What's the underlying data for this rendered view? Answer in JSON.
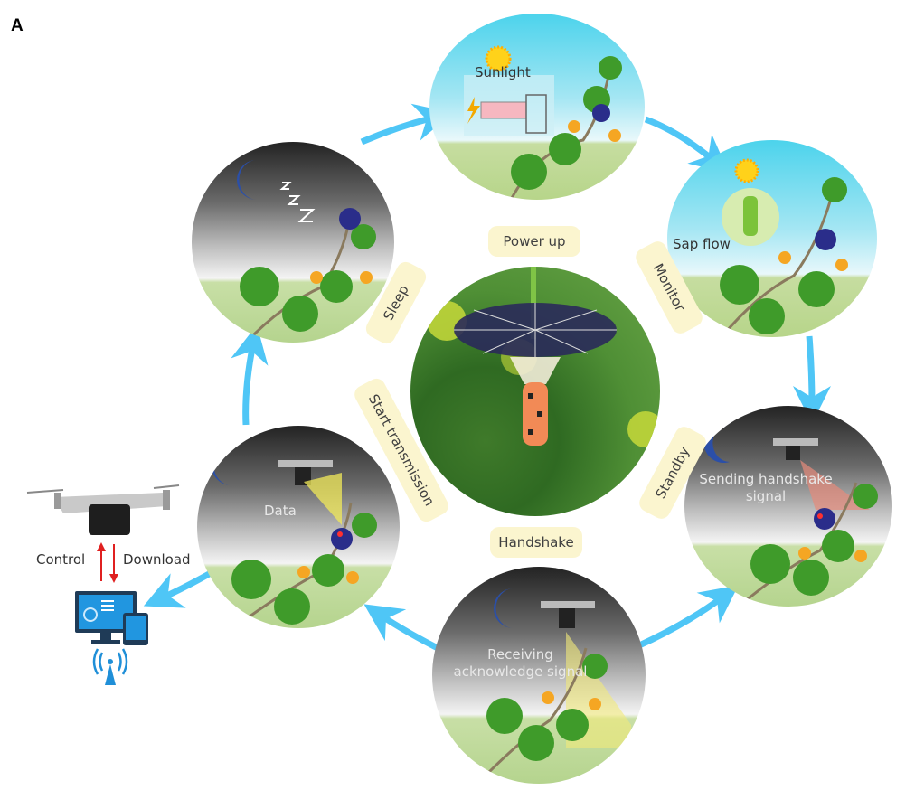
{
  "panel_label": "A",
  "colors": {
    "arrow": "#4fc6f6",
    "tag_bg": "#fbf5cf",
    "signal_red": "#e02020",
    "device_blue": "#1f8fd8",
    "sky": "#4cd3ec",
    "grass": "#b7d58a"
  },
  "stages": [
    {
      "id": "power-up",
      "tag": "Power up",
      "scene_text": "Sunlight",
      "theme": "day",
      "icons": [
        "sun-icon",
        "solar-cell-diagram-icon",
        "lightning-icon",
        "plant-icon"
      ]
    },
    {
      "id": "monitor",
      "tag": "Monitor",
      "scene_text": "Sap flow",
      "theme": "day",
      "icons": [
        "sun-icon",
        "sensor-cylinder-icon",
        "plant-icon"
      ]
    },
    {
      "id": "standby",
      "tag": "Standby",
      "scene_text": "Sending handshake signal",
      "theme": "night",
      "icons": [
        "moon-icon",
        "drone-icon",
        "signal-beam-icon",
        "plant-icon"
      ]
    },
    {
      "id": "handshake",
      "tag": "Handshake",
      "scene_text": "Receiving acknowledge  signal",
      "theme": "night",
      "icons": [
        "moon-icon",
        "drone-icon",
        "signal-beam-icon",
        "plant-icon"
      ]
    },
    {
      "id": "start-transmission",
      "tag": "Start transmission",
      "scene_text": "Data",
      "theme": "night",
      "icons": [
        "moon-icon",
        "drone-icon",
        "data-beam-icon",
        "plant-icon"
      ]
    },
    {
      "id": "sleep",
      "tag": "Sleep",
      "scene_text": "",
      "theme": "night",
      "icons": [
        "moon-icon",
        "zzz-icon",
        "plant-icon"
      ]
    }
  ],
  "ground_station": {
    "control_label": "Control",
    "download_label": "Download",
    "icons": [
      "drone-icon",
      "computer-monitor-icon",
      "tablet-icon",
      "antenna-tower-icon"
    ]
  },
  "center": {
    "icons": [
      "flower-sensor-photo"
    ]
  }
}
